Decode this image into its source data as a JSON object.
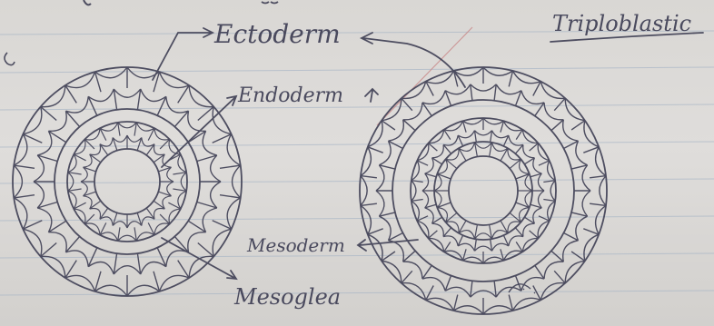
{
  "labels": {
    "ectoderm": "Ectoderm",
    "endoderm": "Endoderm",
    "mesoderm": "Mesoderm",
    "mesoglea": "Mesoglea",
    "triploblastic": "Triploblastic"
  },
  "colors": {
    "ink": "#4d4d60",
    "ruled_line": "#9fb0c2",
    "margin_line": "#c98a8a",
    "paper": "#dcdad7"
  }
}
